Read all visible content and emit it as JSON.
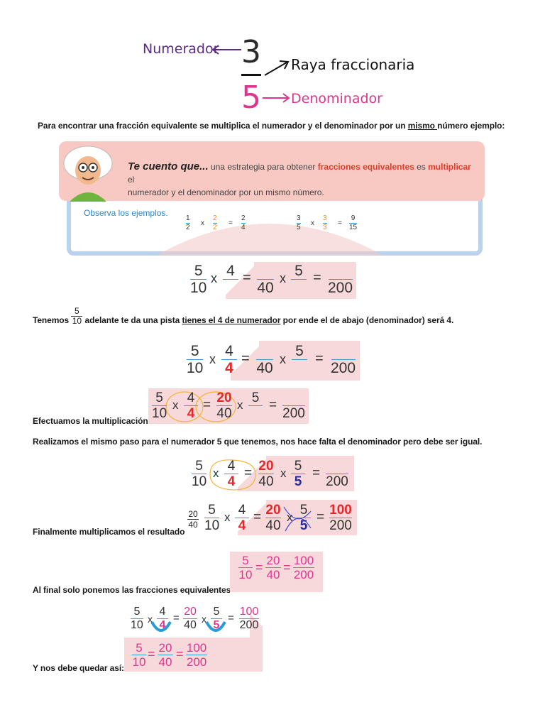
{
  "diagram": {
    "numerador_label": "Numerador",
    "numerator": "3",
    "denominator": "5",
    "raya_label": "Raya fraccionaria",
    "denominador_label": "Denominador"
  },
  "para1": {
    "before": "Para encontrar una fracción equivalente se multiplica el numerador y el denominador por un ",
    "underlined": " mismo ",
    "after": "número ejemplo:"
  },
  "tip": {
    "title": "Te cuento que...",
    "t1": " una estrategia para obtener ",
    "t2": "fracciones equivalentes",
    "t3": " es ",
    "t4": "multiplicar",
    "t5": " el",
    "t6": "numerador y el denominador por un mismo número.",
    "observa": "Observa los ejemplos.",
    "ex1": [
      "1",
      "2",
      "x",
      "2",
      "2",
      "=",
      "2",
      "4"
    ],
    "ex2": [
      "3",
      "5",
      "x",
      "3",
      "3",
      "=",
      "9",
      "15"
    ]
  },
  "step1": {
    "a": "5",
    "b": "10",
    "x": "x",
    "c": "4",
    "e": "=",
    "f": "40",
    "x2": "x",
    "g": "5",
    "e2": "=",
    "h": "200"
  },
  "tenemos": {
    "before": "Tenemos ",
    "num": "5",
    "den": "10",
    "mid": " adelante te da una pista ",
    "underlined": "tienes el 4 de numerador",
    "after": " por ende el de abajo (denominador) será 4."
  },
  "step2": {
    "a": "5",
    "b": "10",
    "x": "x",
    "c": "4",
    "d": "4",
    "e": "=",
    "f": "40",
    "x2": "x",
    "g": "5",
    "e2": "=",
    "h": "200"
  },
  "efectuamos": "Efectuamos la multiplicación:",
  "step3": {
    "a": "5",
    "b": "10",
    "x": "x",
    "c": "4",
    "d": "4",
    "e": "=",
    "n20": "20",
    "f": "40",
    "x2": "x",
    "g": "5",
    "e2": "=",
    "h": "200"
  },
  "realizamos": "Realizamos el mismo paso para el numerador 5 que tenemos, nos hace falta el denominador pero debe ser igual.",
  "step4": {
    "a": "5",
    "b": "10",
    "x": "x",
    "c": "4",
    "d": "4",
    "e": "=",
    "n20": "20",
    "f": "40",
    "x2": "x",
    "g": "5",
    "d5": "5",
    "e2": "=",
    "h": "200"
  },
  "finalmente": "Finalmente multiplicamos el resultado",
  "side_frac": {
    "num": "20",
    "den": "40"
  },
  "step5": {
    "a": "5",
    "b": "10",
    "x": "x",
    "c": "4",
    "d": "4",
    "e": "=",
    "n20": "20",
    "f": "40",
    "x2": "x",
    "g": "5",
    "d5": "5",
    "e2": "=",
    "n100": "100",
    "h": "200"
  },
  "alfinal": "Al final solo ponemos las fracciones equivalentes",
  "equiv": [
    "5",
    "10",
    "=",
    "20",
    "40",
    "=",
    "100",
    "200"
  ],
  "step6": {
    "a": "5",
    "b": "10",
    "x": "x",
    "c": "4",
    "d": "4",
    "e": "=",
    "n20": "20",
    "f": "40",
    "x2": "x",
    "g": "5",
    "d5": "5",
    "e2": "=",
    "n100": "100",
    "h": "200"
  },
  "ynos": "Y nos debe quedar así:",
  "equiv2": [
    "5",
    "10",
    "=",
    "20",
    "40",
    "=",
    "100",
    "200"
  ]
}
